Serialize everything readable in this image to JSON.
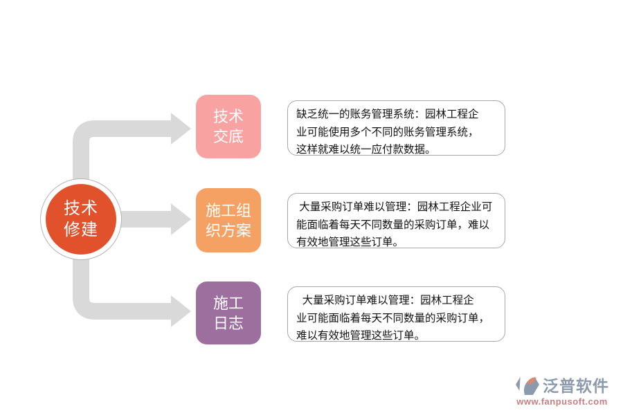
{
  "diagram": {
    "center": {
      "lines": [
        "技术",
        "修建"
      ],
      "color": "#E1522C"
    },
    "branches": [
      {
        "box": {
          "lines": [
            "技术",
            "交底"
          ],
          "color": "#F9A2A2"
        },
        "bubble": {
          "lines": [
            "缺乏统一的账务管理系统：园林工程企",
            "业可能使用多个不同的账务管理系统，",
            "这样就难以统一应付款数据。"
          ]
        }
      },
      {
        "box": {
          "lines": [
            "施工组",
            "织方案"
          ],
          "color": "#F5A163"
        },
        "bubble": {
          "lines": [
            " 大量采购订单难以管理：园林工程企业可",
            "能面临着每天不同数量的采购订单，难以",
            "有效地管理这些订单。"
          ]
        }
      },
      {
        "box": {
          "lines": [
            "施工",
            "日志"
          ],
          "color": "#9C6F9F"
        },
        "bubble": {
          "lines": [
            "  大量采购订单难以管理：园林工程企",
            "业可能面临着每天不同数量的采购订单，",
            "难以有效地管理这些订单。"
          ]
        }
      }
    ],
    "arrow_color": "#D9D9D9",
    "bubble_border_color": "#A6A6A6"
  },
  "watermark": {
    "brand": "泛普软件",
    "url": "www.fanpusoft.com",
    "brand_color": "#8C9AAD",
    "url_color": "#C87F82",
    "icon_color": "#8C9AAD",
    "icon_accent_color": "#DC8871"
  }
}
